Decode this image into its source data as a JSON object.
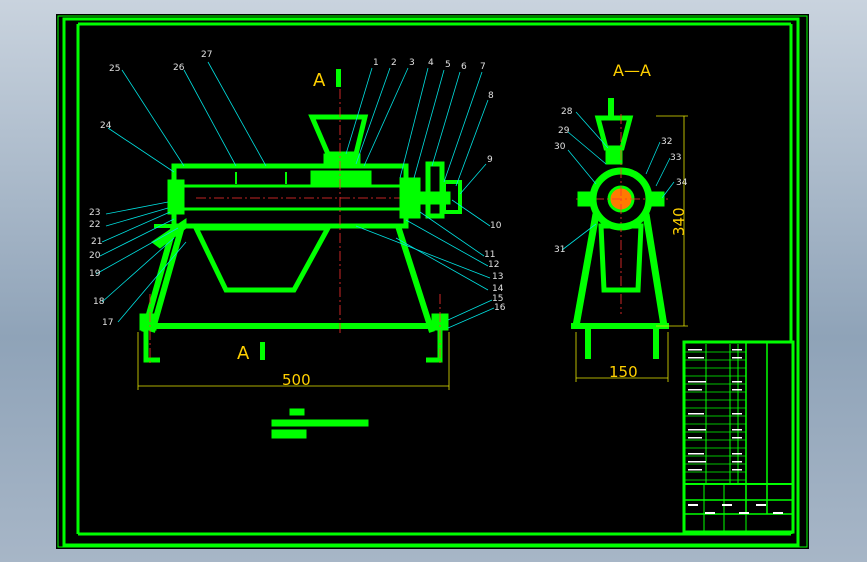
{
  "drawing": {
    "section_marker": "A",
    "section_view_title": "A—A",
    "callouts_main": [
      "1",
      "2",
      "3",
      "4",
      "5",
      "6",
      "7",
      "8",
      "9",
      "10",
      "11",
      "12",
      "13",
      "14",
      "15",
      "16",
      "17",
      "18",
      "19",
      "20",
      "21",
      "22",
      "23",
      "24",
      "25",
      "26",
      "27"
    ],
    "callouts_section": [
      "28",
      "29",
      "30",
      "31",
      "32",
      "33",
      "34"
    ],
    "dim_main_width": "500",
    "dim_section_width": "150",
    "dim_section_height": "340"
  },
  "colors": {
    "frame": "#00ff00",
    "leader": "#00e0e0",
    "dimension": "#e6e600",
    "centerline": "#ff3030",
    "label": "#ffd000"
  }
}
